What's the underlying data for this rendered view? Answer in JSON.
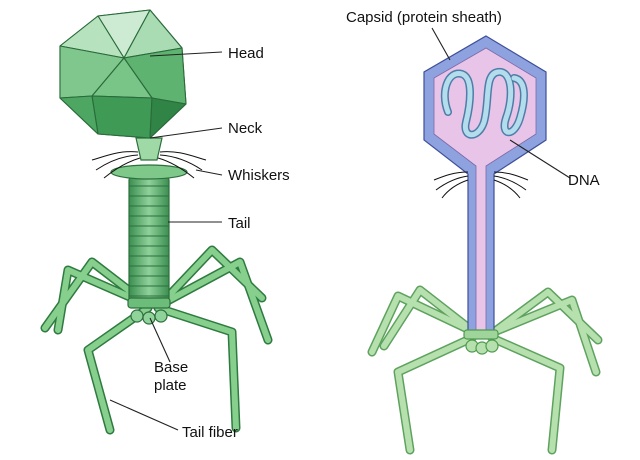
{
  "colors": {
    "phage_green": "#5fb36f",
    "phage_dark": "#2f7a43",
    "phage_light": "#b8e2bd",
    "leg_light": "#9fd49a",
    "leg_dark": "#4e9a4f",
    "capsid_blue": "#8ea2df",
    "capsid_pink": "#e7c4e8",
    "dna_blue": "#a9d3e8"
  },
  "labels": {
    "head": "Head",
    "neck": "Neck",
    "whiskers": "Whiskers",
    "tail": "Tail",
    "base_plate_line1": "Base",
    "base_plate_line2": "plate",
    "tail_fiber": "Tail fiber",
    "capsid": "Capsid (protein sheath)",
    "dna": "DNA"
  }
}
